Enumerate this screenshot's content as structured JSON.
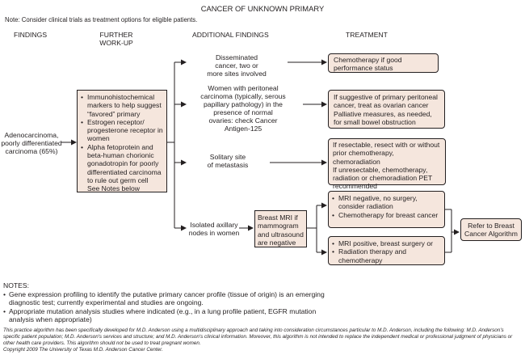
{
  "title": "CANCER OF UNKNOWN PRIMARY",
  "note": "Note: Consider clinical trials as treatment options for eligible patients.",
  "columns": {
    "findings": "FINDINGS",
    "further_workup_line1": "FURTHER",
    "further_workup_line2": "WORK-UP",
    "additional": "ADDITIONAL FINDINGS",
    "treatment": "TREATMENT"
  },
  "finding": {
    "line1": "Adenocarcinoma,",
    "line2": "poorly differentiated",
    "line3": "carcinoma (65%)"
  },
  "workup": {
    "items": [
      "Immunohistochemical markers to help suggest “favored” primary",
      "Estrogen receptor/ progesterone receptor in women",
      "Alpha fetoprotein and beta-human chorionic gonadotropin for poorly differentiated carcinoma to rule out germ cell"
    ],
    "see_notes": "See Notes below"
  },
  "additional": {
    "disseminated": [
      "Disseminated",
      "cancer, two or",
      "more sites involved"
    ],
    "peritoneal": [
      "Women with peritoneal",
      "carcinoma (typically, serous",
      "papillary pathology) in the",
      "presence of normal",
      "ovaries: check Cancer",
      "Antigen-125"
    ],
    "solitary": [
      "Solitary site",
      "of metastasis"
    ],
    "axillary": [
      "Isolated axillary",
      "nodes in women"
    ]
  },
  "breast_mri": [
    "Breast MRI if",
    "mammogram",
    "and ultrasound",
    "are negative"
  ],
  "treatment": {
    "chemo_good": [
      "Chemotherapy if good",
      "performance status"
    ],
    "peritoneal": [
      "If suggestive of primary peritoneal",
      "cancer, treat as ovarian cancer",
      "Palliative measures, as needed,",
      "for small bowel obstruction"
    ],
    "solitary": [
      "If resectable, resect with or without",
      "prior chemotherapy, chemoradiation",
      "If unresectable, chemotherapy,",
      "radiation or chemoradiation PET",
      "recommended"
    ],
    "mri_negative": [
      "MRI negative, no surgery, consider radiation",
      "Chemotherapy for breast cancer"
    ],
    "mri_positive": [
      "MRI positive, breast surgery or",
      "Radiation therapy and chemotherapy"
    ],
    "refer": [
      "Refer to Breast",
      "Cancer Algorithm"
    ]
  },
  "notes": {
    "heading": "NOTES:",
    "items": [
      "Gene expression profiling to identify the putative primary cancer profile (tissue of origin) is an emerging diagnostic test; currently experimental and studies are ongoing.",
      "Appropriate mutation analysis studies where indicated (e.g., in a lung profile patient, EGFR mutation analysis when appropriate)"
    ]
  },
  "disclaimer": "This practice algorithm has been specifically developed for M.D. Anderson using a multidisciplinary approach and taking into consideration circumstances particular to M.D. Anderson, including the following: M.D. Anderson's specific patient population; M.D. Anderson's services and structure; and M.D. Anderson's clinical information. Moreover, this algorithm is not intended to replace the independent medical or professional judgment of physicians or other health care providers. This algorithm should not be used to treat pregnant women.",
  "copyright": "Copyright 2009 The University of Texas M.D. Anderson Cancer Center."
}
